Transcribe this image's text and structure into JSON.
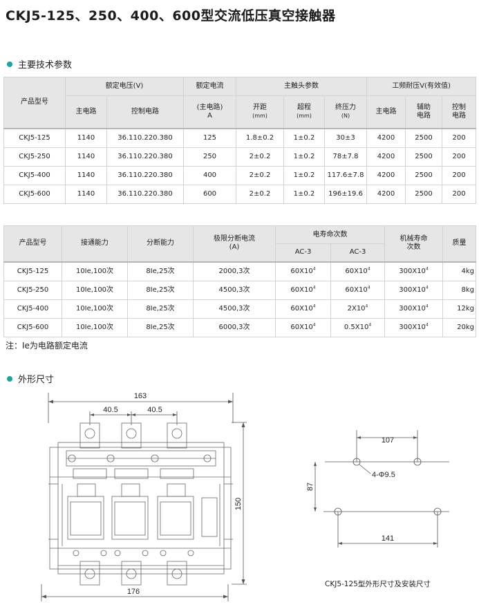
{
  "title": "CKJ5-125、250、400、600型交流低压真空接触器",
  "sections": {
    "specs": "主要技术参数",
    "dimensions": "外形尺寸"
  },
  "table1": {
    "h_model": "产品型号",
    "h_rated_voltage": "额定电压(V)",
    "h_rated_current": "额定电流",
    "h_contact_params": "主触头参数",
    "h_withstand": "工频耐压V(有效值)",
    "h_main_circuit": "主电路",
    "h_control_circuit": "控制电路",
    "h_current_sub": "(主电路)",
    "h_current_unit": "A",
    "h_gap": "开距",
    "h_gap_unit": "(mm)",
    "h_overtravel": "超程",
    "h_overtravel_unit": "(mm)",
    "h_final_force": "终压力",
    "h_final_force_unit": "(N)",
    "h_w_main": "主电路",
    "h_w_aux": "辅助\n电路",
    "h_w_ctrl": "控制\n电路",
    "rows": [
      [
        "CKJ5-125",
        "1140",
        "36.110.220.380",
        "125",
        "1.8±0.2",
        "1±0.2",
        "30±3",
        "4200",
        "2500",
        "200"
      ],
      [
        "CKJ5-250",
        "1140",
        "36.110.220.380",
        "250",
        "2±0.2",
        "1±0.2",
        "78±7.8",
        "4200",
        "2500",
        "200"
      ],
      [
        "CKJ5-400",
        "1140",
        "36.110.220.380",
        "400",
        "2±0.2",
        "1±0.2",
        "117.6±7.8",
        "4200",
        "2500",
        "200"
      ],
      [
        "CKJ5-600",
        "1140",
        "36.110.220.380",
        "600",
        "2±0.2",
        "1±0.2",
        "196±19.6",
        "4200",
        "2500",
        "200"
      ]
    ]
  },
  "table2": {
    "h_model": "产品型号",
    "h_making": "接通能力",
    "h_breaking": "分断能力",
    "h_limit": "极限分断电流",
    "h_limit_unit": "(A)",
    "h_elec_life": "电寿命次数",
    "h_ac3a": "AC-3",
    "h_ac3b": "AC-3",
    "h_mech_life": "机械寿命\n次数",
    "h_mass": "质量",
    "rows": [
      {
        "model": "CKJ5-125",
        "making": "10Ie,100次",
        "breaking": "8Ie,25次",
        "limit": "2000,3次",
        "ac3a": "60X10",
        "ac3a_exp": "4",
        "ac3b": "60X10",
        "ac3b_exp": "4",
        "mech": "300X10",
        "mech_exp": "4",
        "mass": "4kg"
      },
      {
        "model": "CKJ5-250",
        "making": "10Ie,100次",
        "breaking": "8Ie,25次",
        "limit": "4500,3次",
        "ac3a": "60X10",
        "ac3a_exp": "4",
        "ac3b": "60X10",
        "ac3b_exp": "4",
        "mech": "300X10",
        "mech_exp": "4",
        "mass": "8kg"
      },
      {
        "model": "CKJ5-400",
        "making": "10Ie,100次",
        "breaking": "8Ie,25次",
        "limit": "4500,3次",
        "ac3a": "60X10",
        "ac3a_exp": "4",
        "ac3b": "2X10",
        "ac3b_exp": "4",
        "mech": "300X10",
        "mech_exp": "4",
        "mass": "12kg"
      },
      {
        "model": "CKJ5-600",
        "making": "10Ie,100次",
        "breaking": "8Ie,25次",
        "limit": "6000,3次",
        "ac3a": "60X10",
        "ac3a_exp": "4",
        "ac3b": "0.5X10",
        "ac3b_exp": "4",
        "mech": "300X10",
        "mech_exp": "4",
        "mass": "20kg"
      }
    ]
  },
  "note": "注：Ie为电路额定电流",
  "drawing": {
    "dim_total_width": "163",
    "dim_pitch_left": "40.5",
    "dim_pitch_right": "40.5",
    "dim_height": "150",
    "dim_base_width": "176",
    "mount_width": "107",
    "mount_holes": "4-Φ9.5",
    "mount_height": "87",
    "mount_base": "141",
    "caption": "CKJ5-125型外形尺寸及安装尺寸"
  },
  "colors": {
    "accent": "#1aa59a",
    "header_bg": "#e6e6e6",
    "grid": "#d2d2d2"
  }
}
